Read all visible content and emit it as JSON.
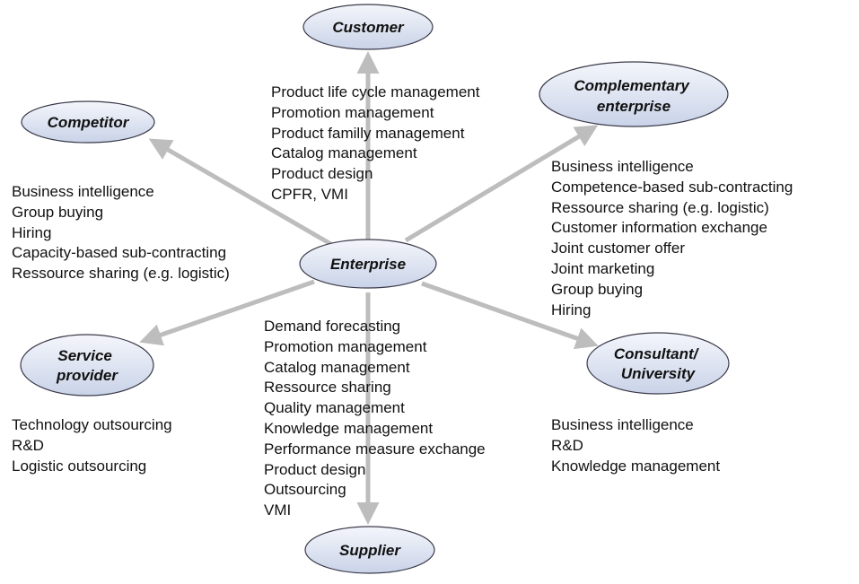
{
  "nodes": {
    "enterprise": "Enterprise",
    "customer": "Customer",
    "competitor": "Competitor",
    "complementary": [
      "Complementary",
      "enterprise"
    ],
    "service_provider": [
      "Service",
      "provider"
    ],
    "consultant": [
      "Consultant/",
      "University"
    ],
    "supplier": "Supplier"
  },
  "lists": {
    "customer": [
      "Product life cycle management",
      "Promotion management",
      "Product familly management",
      "Catalog management",
      "Product design",
      "CPFR, VMI"
    ],
    "competitor": [
      "Business intelligence",
      "Group buying",
      "Hiring",
      "Capacity-based sub-contracting",
      "Ressource sharing (e.g. logistic)"
    ],
    "complementary": [
      "Business intelligence",
      "Competence-based sub-contracting",
      "Ressource sharing (e.g. logistic)",
      "Customer information exchange",
      "Joint customer offer",
      "Joint marketing",
      "Group buying",
      "Hiring"
    ],
    "service_provider": [
      "Technology outsourcing",
      "R&D",
      "Logistic outsourcing"
    ],
    "consultant": [
      "Business intelligence",
      "R&D",
      "Knowledge management"
    ],
    "supplier": [
      "Demand forecasting",
      "Promotion management",
      "Catalog management",
      "Ressource sharing",
      "Quality management",
      "Knowledge management",
      "Performance measure exchange",
      "Product design",
      "Outsourcing",
      "VMI"
    ]
  },
  "colors": {
    "node_fill_light": "#f4f6fb",
    "node_fill_dark": "#c9d3e8",
    "node_stroke": "#3a3a4a",
    "arrow": "#bdbdbd",
    "text": "#111111"
  }
}
